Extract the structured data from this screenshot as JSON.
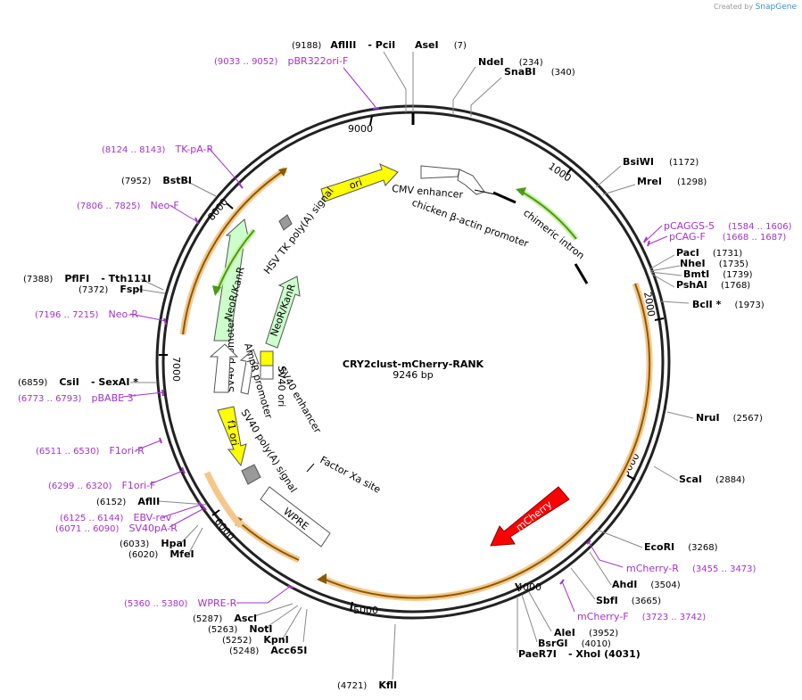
{
  "plasmid": {
    "name": "CRY2clust-mCherry-RANK",
    "length": "9246 bp"
  },
  "credit": {
    "prefix": "Created by",
    "brand": "SnapGene"
  },
  "ticks": [
    "9000",
    "1000",
    "2000",
    "3000",
    "4000",
    "5000",
    "6000",
    "7000",
    "8000"
  ],
  "sites": [
    {
      "pos": "(9188)",
      "name": "AflIII",
      "suffix": "- PciI"
    },
    {
      "pos": "",
      "name": "AseI",
      "suffix": "(7)"
    },
    {
      "pos": "",
      "name": "NdeI",
      "suffix": "(234)"
    },
    {
      "pos": "",
      "name": "SnaBI",
      "suffix": "(340)"
    },
    {
      "pos": "",
      "name": "BsiWI",
      "suffix": "(1172)"
    },
    {
      "pos": "",
      "name": "MreI",
      "suffix": "(1298)"
    },
    {
      "pos": "",
      "name": "PacI",
      "suffix": "(1731)"
    },
    {
      "pos": "",
      "name": "NheI",
      "suffix": "(1735)"
    },
    {
      "pos": "",
      "name": "BmtI",
      "suffix": "(1739)"
    },
    {
      "pos": "",
      "name": "PshAI",
      "suffix": "(1768)"
    },
    {
      "pos": "",
      "name": "BclI *",
      "suffix": "(1973)"
    },
    {
      "pos": "",
      "name": "NruI",
      "suffix": "(2567)"
    },
    {
      "pos": "",
      "name": "ScaI",
      "suffix": "(2884)"
    },
    {
      "pos": "",
      "name": "EcoRI",
      "suffix": "(3268)"
    },
    {
      "pos": "",
      "name": "AhdI",
      "suffix": "(3504)"
    },
    {
      "pos": "",
      "name": "SbfI",
      "suffix": "(3665)"
    },
    {
      "pos": "",
      "name": "AleI",
      "suffix": "(3952)"
    },
    {
      "pos": "",
      "name": "BsrGI",
      "suffix": "(4010)"
    },
    {
      "pos": "",
      "name": "PaeR7I",
      "suffix": "- XhoI   (4031)"
    },
    {
      "pos": "(4721)",
      "name": "KflI",
      "suffix": ""
    },
    {
      "pos": "(5287)",
      "name": "AscI",
      "suffix": ""
    },
    {
      "pos": "(5263)",
      "name": "NotI",
      "suffix": ""
    },
    {
      "pos": "(5252)",
      "name": "KpnI",
      "suffix": ""
    },
    {
      "pos": "(5248)",
      "name": "Acc65I",
      "suffix": ""
    },
    {
      "pos": "(6152)",
      "name": "AflII",
      "suffix": ""
    },
    {
      "pos": "(6033)",
      "name": "HpaI",
      "suffix": ""
    },
    {
      "pos": "(6020)",
      "name": "MfeI",
      "suffix": ""
    },
    {
      "pos": "(6859)",
      "name": "CsiI",
      "suffix": "- SexAI *"
    },
    {
      "pos": "(7388)",
      "name": "PflFI",
      "suffix": "- Tth111I"
    },
    {
      "pos": "(7372)",
      "name": "FspI",
      "suffix": ""
    },
    {
      "pos": "(7952)",
      "name": "BstBI",
      "suffix": ""
    }
  ],
  "primers": [
    {
      "range": "(9033 .. 9052)",
      "name": "pBR322ori-F"
    },
    {
      "range": "(8124 .. 8143)",
      "name": "TK-pA-R"
    },
    {
      "range": "(7806 .. 7825)",
      "name": "Neo-F"
    },
    {
      "range": "(7196 .. 7215)",
      "name": "Neo-R"
    },
    {
      "range": "(6773 .. 6793)",
      "name": "pBABE 3'"
    },
    {
      "range": "(6511 .. 6530)",
      "name": "F1ori-R"
    },
    {
      "range": "(6299 .. 6320)",
      "name": "F1ori-F"
    },
    {
      "range": "(6125 .. 6144)",
      "name": "EBV-rev"
    },
    {
      "range": "(6071 .. 6090)",
      "name": "SV40pA-R"
    },
    {
      "range": "(5360 .. 5380)",
      "name": "WPRE-R"
    },
    {
      "range": "(1584 .. 1606)",
      "name": "pCAGGS-5"
    },
    {
      "range": "(1668 .. 1687)",
      "name": "pCAG-F"
    },
    {
      "range": "(3455 .. 3473)",
      "name": "mCherry-R"
    },
    {
      "range": "(3723 .. 3742)",
      "name": "mCherry-F"
    }
  ],
  "features": {
    "ori": "ori",
    "cmv": "CMV enhancer",
    "cba": "chicken β-actin promoter",
    "intron": "chimeric intron",
    "hsv": "HSV TK poly(A) signal",
    "neo_outer": "NeoR/KanR",
    "neo_inner": "NeoR/KanR",
    "sv40prom_outer": "SV40 promoter",
    "sv40ori": "SV40 ori",
    "sv40enh": "SV40 enhancer",
    "ampr_prom": "AmpR promoter",
    "f1ori": "f1 ori",
    "sv40pa": "SV40 poly(A) signal",
    "fxa": "Factor Xa site",
    "wpre": "WPRE",
    "mcherry": "mCherry"
  },
  "colors": {
    "backbone": "#222222",
    "insert": "#f5c78a",
    "insert_line": "#8a5a00",
    "ori": "#ffff00",
    "neo": "#ccffcc",
    "mcherry": "#ff0000",
    "primer": "#a333c8",
    "intron_glow": "#c8f0a0"
  }
}
